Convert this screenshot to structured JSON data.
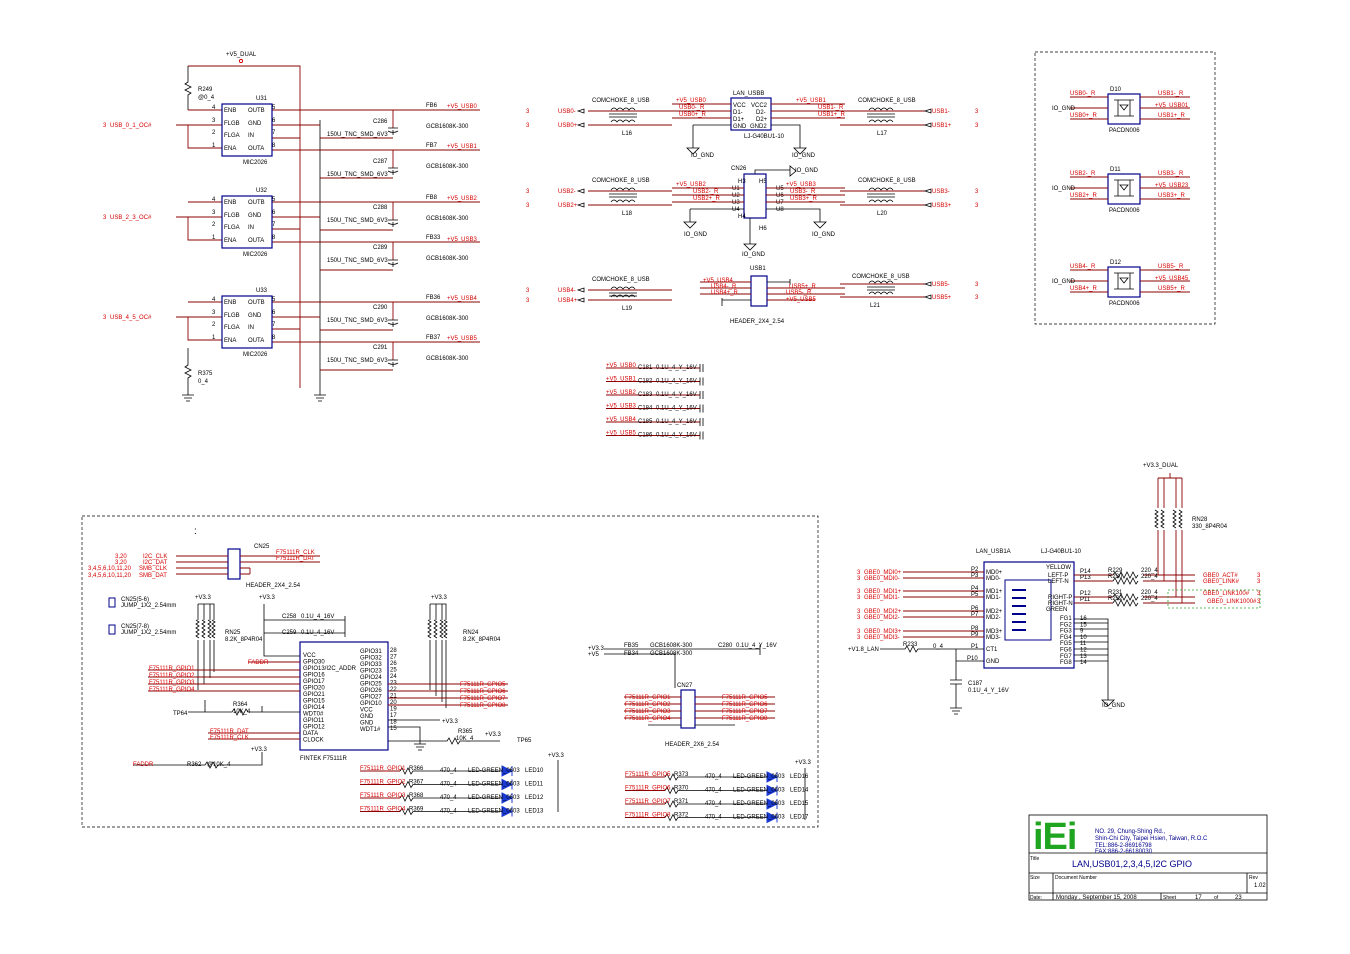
{
  "power": {
    "v5_dual": "+V5_DUAL",
    "v3_3_dual": "+V3.3_DUAL",
    "v3_3": "+V3.3",
    "v5": "+V5",
    "v1_8_lan": "+V1.8_LAN",
    "io_gnd": "IO_GND"
  },
  "switches": [
    {
      "ref": "U31",
      "part": "MIC2026",
      "input": "USB_0_1_OC#",
      "page": "3",
      "out_a": "+V5_USB0",
      "out_b": "+V5_USB1",
      "fb_a": "FB6",
      "fb_b": "FB7",
      "cap_a": "C286",
      "cap_b": "C287"
    },
    {
      "ref": "U32",
      "part": "MIC2026",
      "input": "USB_2_3_OC#",
      "page": "3",
      "out_a": "+V5_USB2",
      "out_b": "+V5_USB3",
      "fb_a": "FB8",
      "fb_b": "FB33",
      "cap_a": "C288",
      "cap_b": "C289"
    },
    {
      "ref": "U33",
      "part": "MIC2026",
      "input": "USB_4_5_OC#",
      "page": "3",
      "out_a": "+V5_USB4",
      "out_b": "+V5_USB5",
      "fb_a": "FB36",
      "fb_b": "FB37",
      "cap_a": "C290",
      "cap_b": "C291"
    }
  ],
  "switch_pins": [
    "ENB",
    "FLGB",
    "FLGA",
    "ENA",
    "OUTB",
    "GND",
    "IN",
    "OUTA"
  ],
  "switch_pin_nums": [
    "4",
    "3",
    "2",
    "1",
    "5",
    "6",
    "7",
    "8"
  ],
  "cap_value": "150U_TNC_SMD_6V3",
  "fb_value": "GCB1608K-300",
  "resistors_top": {
    "r249": "R249",
    "r249_val": "@0_4",
    "r375": "R375",
    "r375_val": "0_4"
  },
  "chokes": [
    {
      "ref": "L16",
      "part": "COMCHOKE_8_USB",
      "minus": "USB0-",
      "plus": "USB0+"
    },
    {
      "ref": "L17",
      "part": "COMCHOKE_8_USB",
      "minus": "USB1-",
      "plus": "USB1+"
    },
    {
      "ref": "L18",
      "part": "COMCHOKE_8_USB",
      "minus": "USB2-",
      "plus": "USB2+"
    },
    {
      "ref": "L20",
      "part": "COMCHOKE_8_USB",
      "minus": "USB3-",
      "plus": "USB3+"
    },
    {
      "ref": "L19",
      "part": "COMCHOKE_8_USB",
      "minus": "USB4-",
      "plus": "USB4+"
    },
    {
      "ref": "L21",
      "part": "COMCHOKE_8_USB",
      "minus": "USB5-",
      "plus": "USB5+"
    }
  ],
  "connectors": {
    "lan_usbb": {
      "ref": "LAN_USBB",
      "part": "LJ-G40BU1-10",
      "pins_l": [
        "VCC",
        "D1-",
        "D1+",
        "GND"
      ],
      "pins_r": [
        "VCC2",
        "D2-",
        "D2+",
        "GND2"
      ],
      "nets_l": [
        "+V5_USB0",
        "USB0-_R",
        "USB0+_R"
      ],
      "nets_r": [
        "+V5_USB1",
        "USB1-_R",
        "USB1+_R"
      ]
    },
    "cn26": {
      "ref": "CN26",
      "pins": [
        "H3",
        "U1",
        "U2",
        "U3",
        "U4",
        "H4",
        "H5",
        "U5",
        "U6",
        "U7",
        "U8",
        "H6"
      ],
      "nets_l": [
        "+V5_USB2",
        "USB2-_R",
        "USB2+_R"
      ],
      "nets_r": [
        "+V5_USB3",
        "USB3-_R",
        "USB3+_R"
      ]
    },
    "usb1": {
      "ref": "USB1",
      "part": "HEADER_2X4_2.54",
      "nets_l": [
        "+V5_USB4",
        "USB4-_R",
        "USB4+_R"
      ],
      "nets_r": [
        "USB5+_R",
        "USB5-_R",
        "+V5_USB5"
      ]
    }
  },
  "decoupling": [
    {
      "net": "+V5_USB0",
      "ref": "C181",
      "val": "0.1U_4_Y_16V"
    },
    {
      "net": "+V5_USB1",
      "ref": "C182",
      "val": "0.1U_4_Y_16V"
    },
    {
      "net": "+V5_USB2",
      "ref": "C183",
      "val": "0.1U_4_Y_16V"
    },
    {
      "net": "+V5_USB3",
      "ref": "C184",
      "val": "0.1U_4_Y_16V"
    },
    {
      "net": "+V5_USB4",
      "ref": "C185",
      "val": "0.1U_4_Y_16V"
    },
    {
      "net": "+V5_USB5",
      "ref": "C186",
      "val": "0.1U_4_Y_16V"
    }
  ],
  "esd": [
    {
      "ref": "D10",
      "part": "PACDN006",
      "l": [
        "USB0-_R",
        "IO_GND",
        "USB0+_R"
      ],
      "r": [
        "USB1-_R",
        "+V5_USB01",
        "USB1+_R"
      ]
    },
    {
      "ref": "D11",
      "part": "PACDN006",
      "l": [
        "USB2-_R",
        "IO_GND",
        "USB2+_R"
      ],
      "r": [
        "USB3-_R",
        "+V5_USB23",
        "USB3+_R"
      ]
    },
    {
      "ref": "D12",
      "part": "PACDN006",
      "l": [
        "USB4-_R",
        "IO_GND",
        "USB4+_R"
      ],
      "r": [
        "USB5-_R",
        "+V5_USB45",
        "USB5+_R"
      ]
    }
  ],
  "lan": {
    "ref": "LAN_USB1A",
    "part": "LJ-G40BU1-10",
    "mdi": [
      "GBE0_MDI0+",
      "GBE0_MDI0-",
      "GBE0_MDI1+",
      "GBE0_MDI1-",
      "GBE0_MDI2+",
      "GBE0_MDI2-",
      "GBE0_MDI3+",
      "GBE0_MDI3-"
    ],
    "pins_l": [
      "P2",
      "P3",
      "P4",
      "P5",
      "P6",
      "P7",
      "P8",
      "P9",
      "P1",
      "P10"
    ],
    "labels_l": [
      "MD0+",
      "MD0-",
      "MD1+",
      "MD1-",
      "MD2+",
      "MD2-",
      "MD3+",
      "MD3-",
      "CT1",
      "GND"
    ],
    "labels_r": [
      "YELLOW",
      "LEFT-P",
      "LEFT-N",
      "RIGHT-P",
      "RIGHT-N",
      "GREEN",
      "FG1",
      "FG2",
      "FG3",
      "FG4",
      "FG5",
      "FG6",
      "FG7",
      "FG8"
    ],
    "pins_r": [
      "P14",
      "P13",
      "P12",
      "P11"
    ],
    "fg_nums": [
      "16",
      "15",
      "9",
      "10",
      "11",
      "12",
      "13",
      "14"
    ],
    "resistors": [
      {
        "ref": "R229",
        "val": "220_4"
      },
      {
        "ref": "R230",
        "val": "220_4"
      },
      {
        "ref": "R231",
        "val": "220_4"
      },
      {
        "ref": "R232",
        "val": "220_4"
      }
    ],
    "outs": [
      "GBE0_ACT#",
      "GBE0_LINK#",
      "GBE0_LINK100#",
      "GBE0_LINK1000#"
    ],
    "r233": "R233",
    "r233_val": "0_4",
    "c187": "C187",
    "c187_val": "0.1U_4_Y_16V",
    "rn28": "RN28",
    "rn28_val": "330_8P4R04"
  },
  "i2c": {
    "cn25": "CN25",
    "cn25_part": "HEADER_2X4_2.54",
    "nets_l": [
      "I2C_CLK",
      "I2C_DAT",
      "SMB_CLK",
      "SMB_DAT"
    ],
    "pages_l": [
      "3,20",
      "3,20",
      "3,4,5,6,10,11,20",
      "3,4,5,6,10,11,20"
    ],
    "nets_r": [
      "F75111R_CLK",
      "F75111R_DAT"
    ],
    "jump1": "CN25(5-6)",
    "jump2": "CN25(7-8)",
    "jump_part": "JUMP_1X2_2.54mm",
    "rn25": "RN25",
    "rn25_val": "8.2K_8P4R04",
    "rn24": "RN24",
    "rn24_val": "8.2K_8P4R04",
    "ic_ref": "FINTEK F75111R",
    "pins_l": [
      "VCC",
      "GPIO30",
      "GPIO13/I2C_ADDR",
      "GPIO16",
      "GPIO17",
      "GPIO20",
      "GPIO21",
      "GPIO15",
      "GPIO14",
      "WDT0#",
      "GPIO11",
      "GPIO12",
      "DATA",
      "CLOCK"
    ],
    "pins_r": [
      "GPIO31",
      "GPIO32",
      "GPIO33",
      "GPIO23",
      "GPIO24",
      "GPIO25",
      "GPIO26",
      "GPIO27",
      "GPIO10",
      "VCC",
      "GND",
      "GND",
      "WDT1#"
    ],
    "pin_nums_r": [
      "28",
      "27",
      "26",
      "25",
      "24",
      "23",
      "22",
      "21",
      "20",
      "19",
      "17",
      "18",
      "15"
    ],
    "gpio_l": [
      "F75111R_GPIO1",
      "F75111R_GPIO2",
      "F75111R_GPIO3",
      "F75111R_GPIO4"
    ],
    "gpio_r": [
      "F75111R_GPIO5",
      "F75111R_GPIO6",
      "F75111R_GPIO7",
      "F75111R_GPIO8"
    ],
    "caps": [
      {
        "ref": "C258",
        "val": "0.1U_4_16V"
      },
      {
        "ref": "C259",
        "val": "0.1U_4_16V"
      }
    ],
    "faddr": "FADDR",
    "r364": "R364",
    "r364_val": "10K_4",
    "tp64": "TP64",
    "r365": "R365",
    "r365_val": "10K_4",
    "tp65": "TP65",
    "r362": "R362",
    "r362_val": "@10K_4"
  },
  "leds_left": [
    {
      "net": "F75111R_GPIO1",
      "r": "R366",
      "val": "470_4",
      "led": "LED-GREEN_0603",
      "ref": "LED10"
    },
    {
      "net": "F75111R_GPIO2",
      "r": "R367",
      "val": "470_4",
      "led": "LED-GREEN_0603",
      "ref": "LED11"
    },
    {
      "net": "F75111R_GPIO3",
      "r": "R368",
      "val": "470_4",
      "led": "LED-GREEN_0603",
      "ref": "LED12"
    },
    {
      "net": "F75111R_GPIO4",
      "r": "R369",
      "val": "470_4",
      "led": "LED-GREEN_0603",
      "ref": "LED13"
    }
  ],
  "leds_right": [
    {
      "net": "F75111R_GPIO5",
      "r": "R373",
      "val": "470_4",
      "led": "LED-GREEN_0603",
      "ref": "LED16"
    },
    {
      "net": "F75111R_GPIO6",
      "r": "R370",
      "val": "470_4",
      "led": "LED-GREEN_0603",
      "ref": "LED14"
    },
    {
      "net": "F75111R_GPIO7",
      "r": "R371",
      "val": "470_4",
      "led": "LED-GREEN_0603",
      "ref": "LED15"
    },
    {
      "net": "F75111R_GPIO8",
      "r": "R372",
      "val": "470_4",
      "led": "LED-GREEN_0603",
      "ref": "LED17"
    }
  ],
  "cn27": {
    "ref": "CN27",
    "part": "HEADER_2X6_2.54",
    "fb35": "FB35",
    "fb34": "FB34",
    "fb_val": "GCB1608K-300",
    "c280": "C280",
    "c280_val": "0.1U_4_Y_16V"
  },
  "title_block": {
    "logo": "iEi",
    "address1": "NO. 29, Chung-Shing Rd.,",
    "address2": "Shin-Chi City, Taipei Hsien, Taiwan, R.O.C",
    "tel": "TEL:886-2-86916798",
    "fax": "FAX:886-2-66180030",
    "title_label": "Title",
    "title": "LAN,USB01,2,3,4,5,I2C GPIO",
    "size_label": "Size",
    "docnum_label": "Document Number",
    "rev_label": "Rev",
    "rev": "1.02",
    "date_label": "Date:",
    "date": "Monday , September 15, 2008",
    "sheet_label": "Sheet",
    "sheet": "17",
    "of_label": "of",
    "of": "23"
  }
}
